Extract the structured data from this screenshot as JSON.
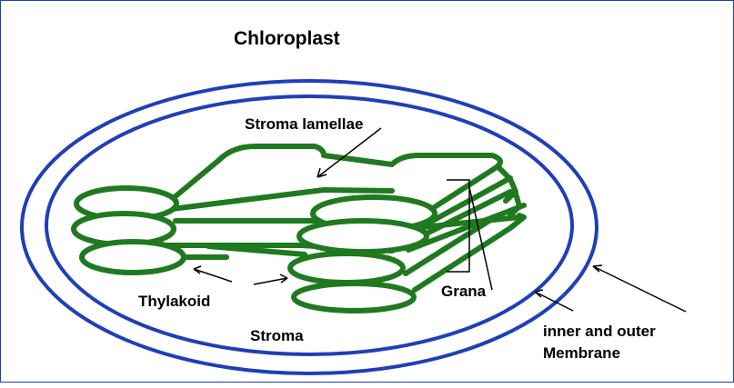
{
  "diagram": {
    "title": "Chloroplast",
    "labels": {
      "stroma_lamellae": "Stroma lamellae",
      "thylakoid": "Thylakoid",
      "grana": "Grana",
      "stroma": "Stroma",
      "membrane_line1": "inner and outer",
      "membrane_line2": "Membrane"
    },
    "colors": {
      "membrane": "#1f3fb8",
      "thylakoid": "#1f7a1f",
      "text": "#000000",
      "background": "#ffffff"
    }
  }
}
